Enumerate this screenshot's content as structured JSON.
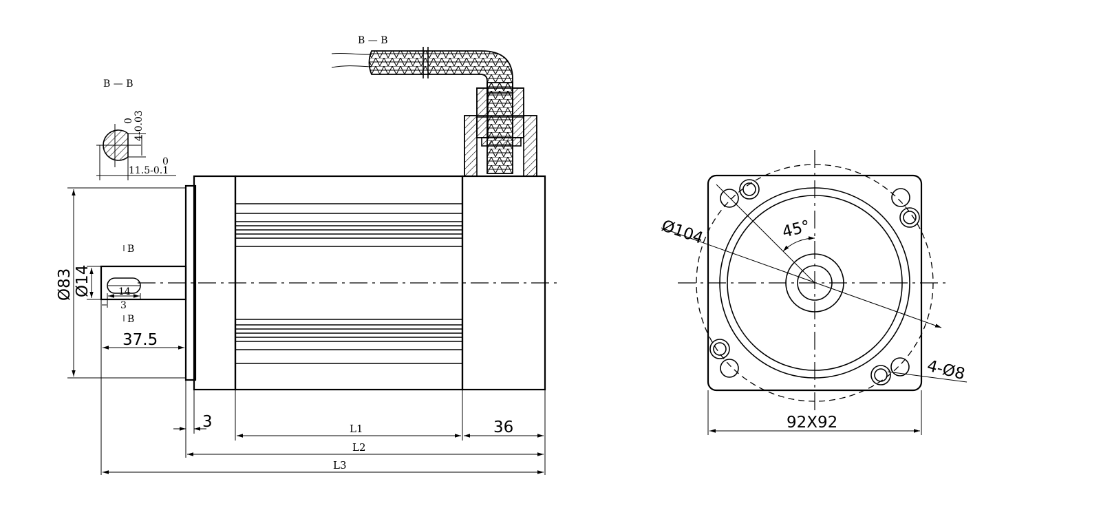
{
  "labels": {
    "section_bb_cable": "B — B",
    "section_bb_shaft": "B — B",
    "key_tolerance_nominal": "4-0.03",
    "key_tolerance_upper": "0",
    "keyway_tolerance_nominal": "11.5-0.1",
    "keyway_tolerance_upper": "0",
    "section_mark_top": "B",
    "section_mark_bottom": "B",
    "dia_housing": "Ø83",
    "dia_shaft": "Ø14",
    "key_length": "14",
    "key_offset": "3",
    "shaft_length": "37.5",
    "flange_thickness": "3",
    "body_length": "L1",
    "rear_length": "36",
    "total_length_l2": "L2",
    "total_length_l3": "L3",
    "bolt_circle": "Ø104",
    "angle": "45°",
    "mount_holes": "4-Ø8",
    "flange_size": "92X92"
  }
}
